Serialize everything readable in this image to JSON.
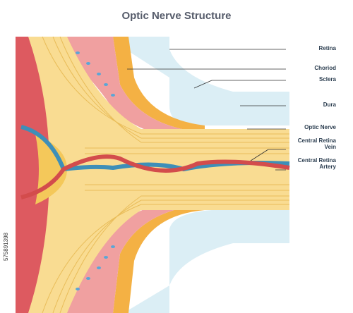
{
  "title": "Optic Nerve Structure",
  "labels": {
    "retina": "Retina",
    "choroid": "Choriod",
    "sclera": "Sclera",
    "dura": "Dura",
    "optic_nerve": "Optic Nerve",
    "central_retina_vein_line1": "Central Retina",
    "central_retina_vein_line2": "Vein",
    "central_retina_artery_line1": "Central Retina",
    "central_retina_artery_line2": "Artery"
  },
  "stock_id": "575891398",
  "colors": {
    "retina_red": "#dd5a60",
    "choroid_orange": "#f4b144",
    "sclera_light_blue": "#dbeef5",
    "nerve_yellow": "#f9dc92",
    "nerve_lines": "#e9bd5a",
    "vein_blue": "#3e8fb8",
    "artery_red": "#d34c4c",
    "label_text": "#2c3e50"
  }
}
